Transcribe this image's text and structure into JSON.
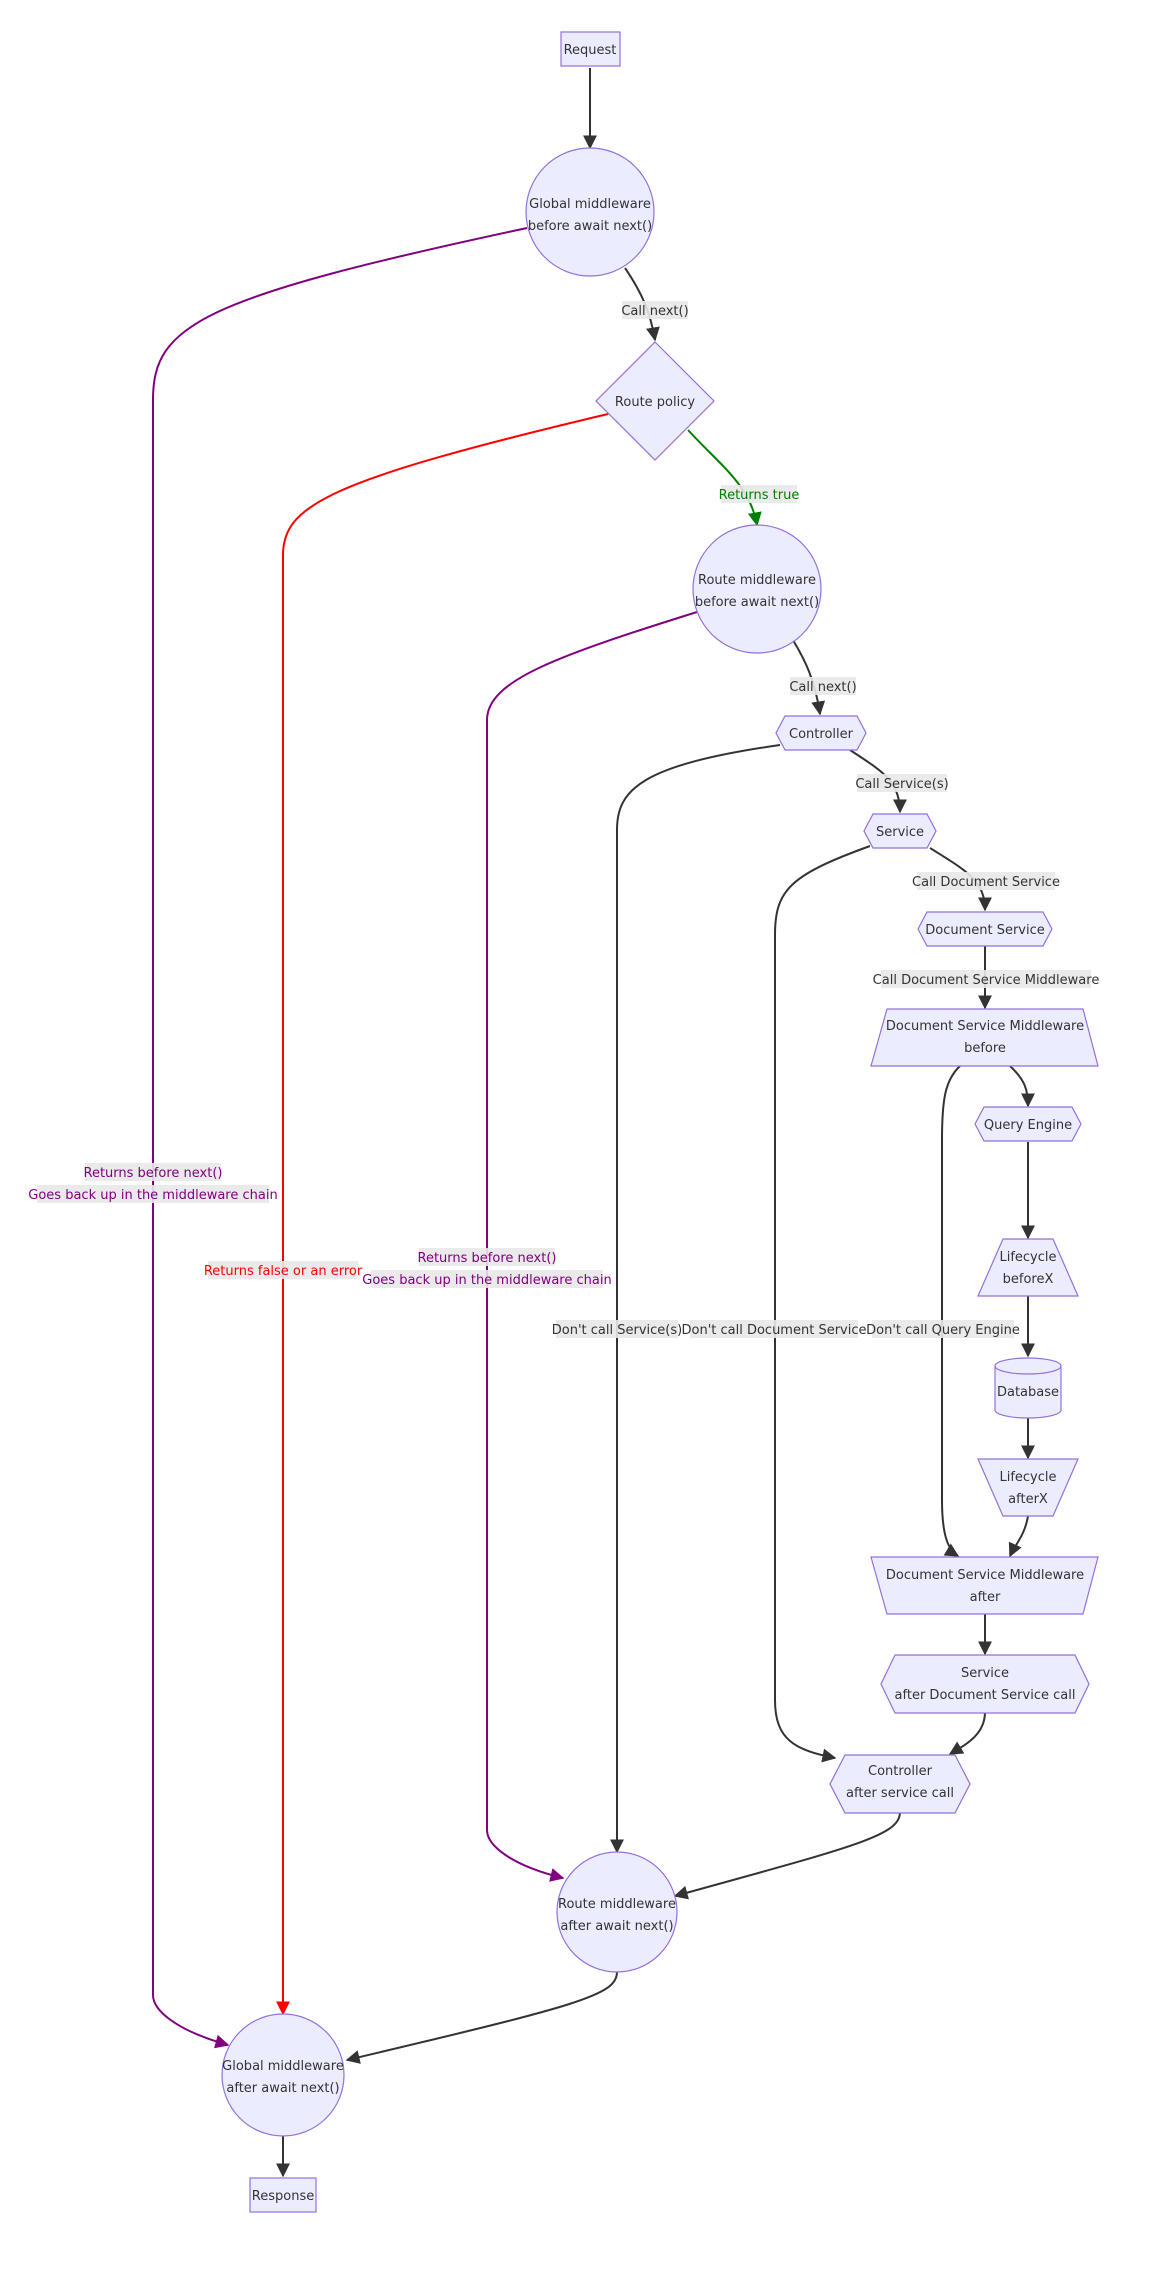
{
  "colors": {
    "node_fill": "#ECECFF",
    "node_stroke": "#9370DB",
    "edge_default": "#333333",
    "edge_purple": "#800080",
    "edge_red": "#FF0000",
    "edge_green": "#008000",
    "label_background": "#e8e8e8"
  },
  "nodes": {
    "request": {
      "shape": "rectangle",
      "lines": [
        "Request"
      ]
    },
    "global_before": {
      "shape": "circle",
      "lines": [
        "Global middleware",
        "before await next()"
      ]
    },
    "route_policy": {
      "shape": "diamond",
      "lines": [
        "Route policy"
      ]
    },
    "route_before": {
      "shape": "circle",
      "lines": [
        "Route middleware",
        "before await next()"
      ]
    },
    "controller": {
      "shape": "hexagon",
      "lines": [
        "Controller"
      ]
    },
    "service": {
      "shape": "hexagon",
      "lines": [
        "Service"
      ]
    },
    "document_service": {
      "shape": "hexagon",
      "lines": [
        "Document Service"
      ]
    },
    "ds_middleware_before": {
      "shape": "trapezoid",
      "lines": [
        "Document Service Middleware",
        "before"
      ]
    },
    "query_engine": {
      "shape": "hexagon",
      "lines": [
        "Query Engine"
      ]
    },
    "lifecycle_before": {
      "shape": "trapezoid",
      "lines": [
        "Lifecycle",
        "beforeX"
      ]
    },
    "database": {
      "shape": "cylinder",
      "lines": [
        "Database"
      ]
    },
    "lifecycle_after": {
      "shape": "inverted-trapezoid",
      "lines": [
        "Lifecycle",
        "afterX"
      ]
    },
    "ds_middleware_after": {
      "shape": "inverted-trapezoid",
      "lines": [
        "Document Service Middleware",
        "after"
      ]
    },
    "service_after": {
      "shape": "hexagon",
      "lines": [
        "Service",
        "after Document Service call"
      ]
    },
    "controller_after": {
      "shape": "hexagon",
      "lines": [
        "Controller",
        "after service call"
      ]
    },
    "route_after": {
      "shape": "circle",
      "lines": [
        "Route middleware",
        "after await next()"
      ]
    },
    "global_after": {
      "shape": "circle",
      "lines": [
        "Global middleware",
        "after await next()"
      ]
    },
    "response": {
      "shape": "rectangle",
      "lines": [
        "Response"
      ]
    }
  },
  "edges": {
    "request_to_global": {
      "from": "Request",
      "to": "Global middleware before await next()",
      "color": "default",
      "label": []
    },
    "global_to_policy": {
      "from": "Global middleware before await next()",
      "to": "Route policy",
      "color": "default",
      "label": [
        "Call next()"
      ]
    },
    "policy_to_route": {
      "from": "Route policy",
      "to": "Route middleware before await next()",
      "color": "green",
      "label": [
        "Returns true"
      ]
    },
    "route_to_controller": {
      "from": "Route middleware before await next()",
      "to": "Controller",
      "color": "default",
      "label": [
        "Call next()"
      ]
    },
    "controller_to_service": {
      "from": "Controller",
      "to": "Service",
      "color": "default",
      "label": [
        "Call Service(s)"
      ]
    },
    "service_to_docservice": {
      "from": "Service",
      "to": "Document Service",
      "color": "default",
      "label": [
        "Call Document Service"
      ]
    },
    "docservice_to_dsmw": {
      "from": "Document Service",
      "to": "Document Service Middleware before",
      "color": "default",
      "label": [
        "Call Document Service Middleware"
      ]
    },
    "dsmw_to_query": {
      "from": "Document Service Middleware before",
      "to": "Query Engine",
      "color": "default",
      "label": []
    },
    "query_to_lifecycle": {
      "from": "Query Engine",
      "to": "Lifecycle beforeX",
      "color": "default",
      "label": []
    },
    "lifecycle_to_db": {
      "from": "Lifecycle beforeX",
      "to": "Database",
      "color": "default",
      "label": []
    },
    "db_to_lifecycle_after": {
      "from": "Database",
      "to": "Lifecycle afterX",
      "color": "default",
      "label": []
    },
    "lifecycle_after_to_dsmw_after": {
      "from": "Lifecycle afterX",
      "to": "Document Service Middleware after",
      "color": "default",
      "label": []
    },
    "dsmw_skip_query": {
      "from": "Document Service Middleware before",
      "to": "Document Service Middleware after",
      "color": "default",
      "label": [
        "Don't call Query Engine"
      ]
    },
    "dsmw_after_to_service_after": {
      "from": "Document Service Middleware after",
      "to": "Service after Document Service call",
      "color": "default",
      "label": []
    },
    "service_after_to_controller_after": {
      "from": "Service after Document Service call",
      "to": "Controller after service call",
      "color": "default",
      "label": []
    },
    "service_skip_docservice": {
      "from": "Service",
      "to": "Controller after service call",
      "color": "default",
      "label": [
        "Don't call Document Service"
      ]
    },
    "controller_after_to_route_after": {
      "from": "Controller after service call",
      "to": "Route middleware after await next()",
      "color": "default",
      "label": []
    },
    "controller_skip_service": {
      "from": "Controller",
      "to": "Route middleware after await next()",
      "color": "default",
      "label": [
        "Don't call Service(s)"
      ]
    },
    "route_return_early": {
      "from": "Route middleware before await next()",
      "to": "Route middleware after await next()",
      "color": "purple",
      "label": [
        "Returns before next()",
        "Goes back up in the middleware chain"
      ]
    },
    "route_after_to_global_after": {
      "from": "Route middleware after await next()",
      "to": "Global middleware after await next()",
      "color": "default",
      "label": []
    },
    "policy_reject": {
      "from": "Route policy",
      "to": "Global middleware after await next()",
      "color": "red",
      "label": [
        "Returns false or an error"
      ]
    },
    "global_return_early": {
      "from": "Global middleware before await next()",
      "to": "Global middleware after await next()",
      "color": "purple",
      "label": [
        "Returns before next()",
        "Goes back up in the middleware chain"
      ]
    },
    "global_after_to_response": {
      "from": "Global middleware after await next()",
      "to": "Response",
      "color": "default",
      "label": []
    }
  }
}
